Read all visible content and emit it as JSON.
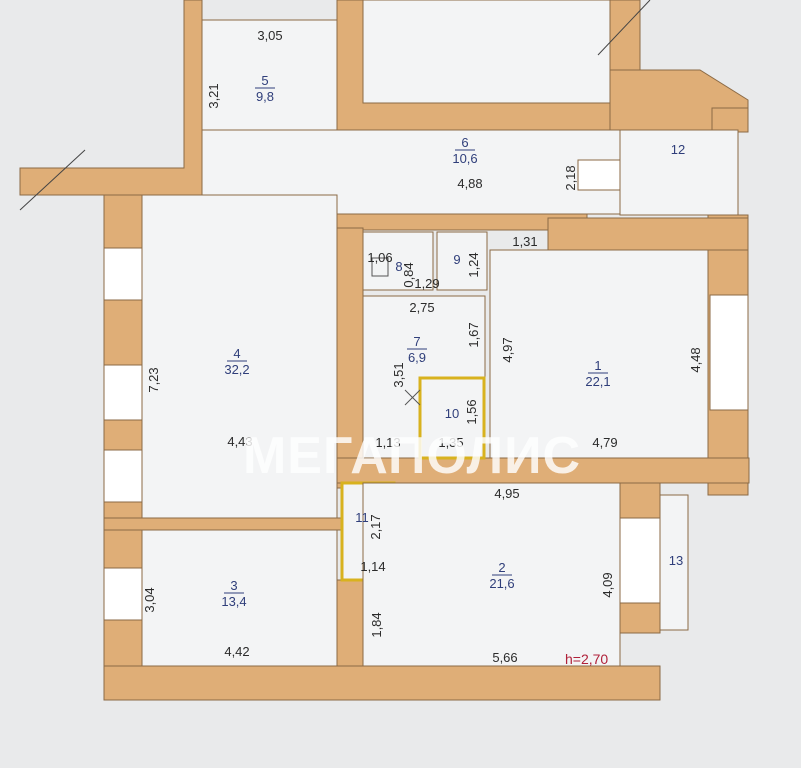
{
  "watermark": "МЕГАПОЛИС",
  "ceiling_height": "h=2,70",
  "colors": {
    "wall": "#dfae77",
    "wall_stroke": "#8b6a45",
    "floor": "#f3f4f5",
    "background": "#e9eaeb",
    "label_blue": "#2f3e7a",
    "door_yellow": "#d8b21e"
  },
  "rooms": [
    {
      "number": "1",
      "area": "22,1"
    },
    {
      "number": "2",
      "area": "21,6"
    },
    {
      "number": "3",
      "area": "13,4"
    },
    {
      "number": "4",
      "area": "32,2"
    },
    {
      "number": "5",
      "area": "9,8"
    },
    {
      "number": "6",
      "area": "10,6"
    },
    {
      "number": "7",
      "area": "6,9"
    },
    {
      "number": "8",
      "area": ""
    },
    {
      "number": "9",
      "area": ""
    },
    {
      "number": "10",
      "area": ""
    },
    {
      "number": "11",
      "area": ""
    },
    {
      "number": "12",
      "area": ""
    },
    {
      "number": "13",
      "area": ""
    }
  ],
  "dimensions": [
    "3,05",
    "3,21",
    "4,88",
    "2,18",
    "1,31",
    "1,06",
    "0,84",
    "1,24",
    "1,29",
    "2,75",
    "1,67",
    "4,97",
    "4,48",
    "7,23",
    "3,51",
    "1,56",
    "4,43",
    "1,13",
    "1,35",
    "4,79",
    "4,95",
    "2,17",
    "1,14",
    "4,09",
    "3,04",
    "1,84",
    "4,42",
    "5,66"
  ]
}
